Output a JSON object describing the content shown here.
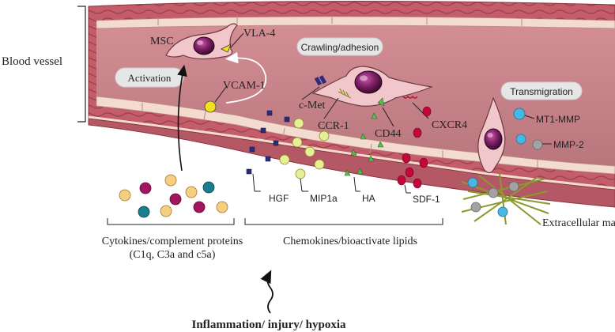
{
  "labels": {
    "blood_vessel": "Blood vessel",
    "msc": "MSC",
    "vla4": "VLA-4",
    "activation": "Activation",
    "vcam1": "VCAM-1",
    "crawling": "Crawling/adhesion",
    "cmet": "c-Met",
    "ccr1": "CCR-1",
    "cd44": "CD44",
    "cxcr4": "CXCR4",
    "transmigration": "Transmigration",
    "mt1mmp": "MT1-MMP",
    "mmp2": "MMP-2",
    "hgf": "HGF",
    "mip1a": "MIP1a",
    "ha": "HA",
    "sdf1": "SDF-1",
    "ecm": "Extracellular matrix",
    "cytokines_line1": "Cytokines/complement proteins",
    "cytokines_line2": "(C1q, C3a and c5a)",
    "chemokines": "Chemokines/bioactivate lipids",
    "inflammation": "Inflammation/ injury/ hypoxia"
  },
  "colors": {
    "vessel_wall": "#c8656f",
    "vessel_lumen": "#c88a8e",
    "endothelium": "#f3dccf",
    "cell_body": "#f1c7cb",
    "nucleus": "#7a1f63",
    "hgf": "#2c2c7a",
    "mip1a": "#e4ef96",
    "ha": "#52c04a",
    "sdf1": "#c4063d",
    "mt1mmp": "#47b7e8",
    "mmp2": "#a3a3a3",
    "vcam1": "#f2e21c",
    "ecm": "#8a9a2e"
  }
}
